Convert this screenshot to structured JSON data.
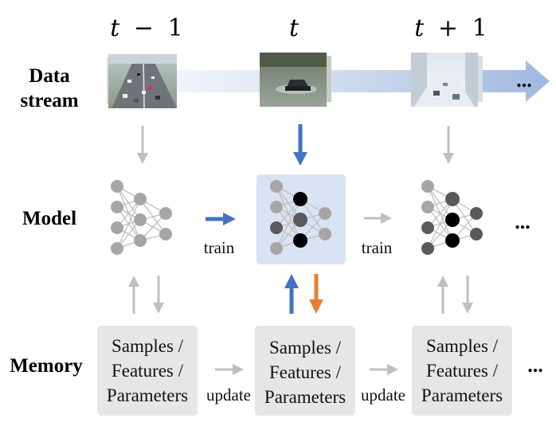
{
  "time_labels": {
    "prev": {
      "var": "t",
      "op": "−",
      "num": "1"
    },
    "curr": {
      "var": "t"
    },
    "next": {
      "var": "t",
      "op": "+",
      "num": "1"
    }
  },
  "row_labels": {
    "data_line1": "Data",
    "data_line2": "stream",
    "model": "Model",
    "memory": "Memory"
  },
  "memory_box": {
    "line1": "Samples /",
    "line2": "Features /",
    "line3": "Parameters"
  },
  "edge_labels": {
    "train": "train",
    "update": "update"
  },
  "ellipsis": "...",
  "colors": {
    "blue_arrow": "#4472C4",
    "orange_arrow": "#ED7D31",
    "gray_arrow": "#BFBFBF",
    "stream_band": "#A9C0E2",
    "highlight_box": "#DAE3F3",
    "memory_box": "#E6E6E6",
    "node_gray": "#A6A6A6",
    "node_dark": "#595959",
    "node_black": "#000000"
  }
}
